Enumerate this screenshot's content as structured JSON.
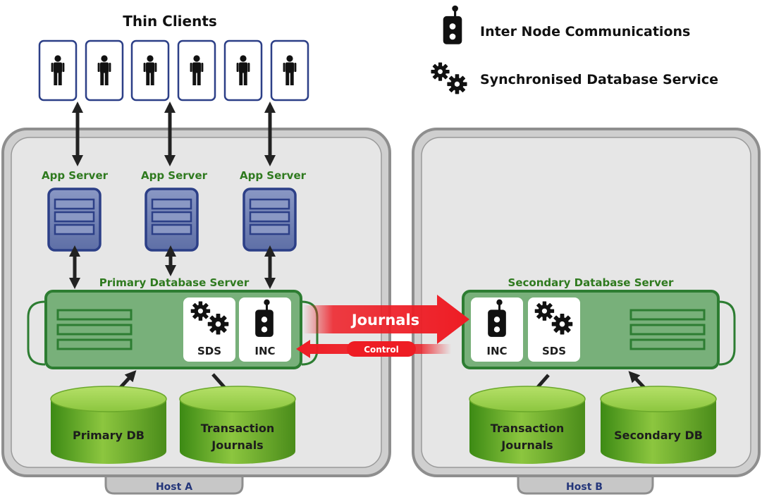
{
  "legend": {
    "inc_label": "Inter Node Communications",
    "sds_label": "Synchronised Database Service"
  },
  "clients": {
    "title": "Thin Clients",
    "icons": [
      "person-icon",
      "person-icon",
      "person-icon",
      "person-icon",
      "person-icon",
      "person-icon"
    ]
  },
  "host_a": {
    "label": "Host A",
    "app_servers": [
      "App Server",
      "App Server",
      "App Server"
    ],
    "db_server": {
      "label": "Primary Database Server",
      "sds": "SDS",
      "inc": "INC"
    },
    "databases": [
      "Primary DB",
      "Transaction",
      "Journals"
    ]
  },
  "host_b": {
    "label": "Host B",
    "db_server": {
      "label": "Secondary Database Server",
      "sds": "SDS",
      "inc": "INC"
    },
    "databases": [
      "Transaction",
      "Journals",
      "Secondary DB"
    ]
  },
  "links": {
    "journals": "Journals",
    "control": "Control"
  },
  "colors": {
    "host_fill": "#e4e4e4",
    "host_border": "#8e8e8e",
    "server_green": "#78b07a",
    "server_border": "#2d7d32",
    "app_server_blue": "#7887b5",
    "app_server_border": "#2c3f87",
    "db_green": "#8cc63f",
    "arrow_red": "#ee1c24",
    "label_green": "#2f7a1f",
    "host_label_navy": "#24367a"
  }
}
